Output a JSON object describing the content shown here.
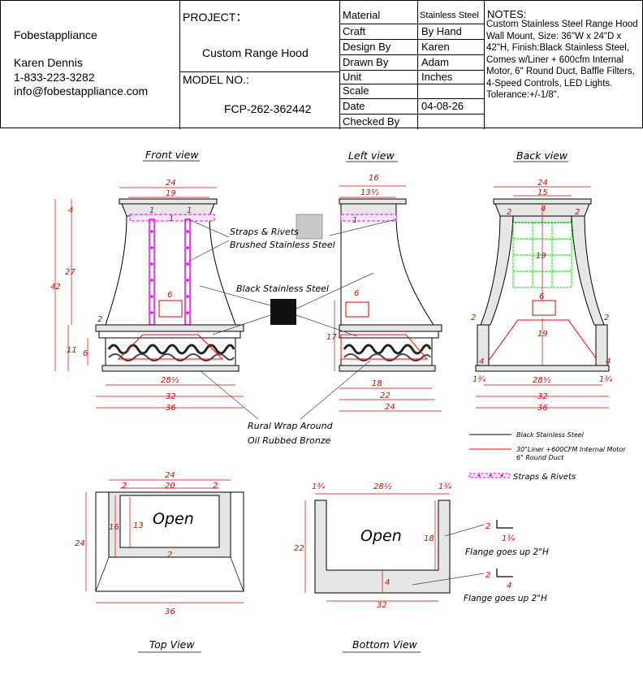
{
  "company": {
    "name": "Fobestappliance",
    "contact_name": "Karen Dennis",
    "phone": "1-833-223-3282",
    "email": "info@fobestappliance.com"
  },
  "project": {
    "label": "PROJECT：",
    "value": "Custom Range Hood",
    "model_label": "MODEL NO.:",
    "model_value": "FCP-262-362442"
  },
  "specs": {
    "material_label": "Material",
    "material_value": "Stainless Steel",
    "craft_label": "Craft",
    "craft_value": "By Hand",
    "design_label": "Design By",
    "design_value": "Karen",
    "drawn_label": "Drawn By",
    "drawn_value": "Adam",
    "unit_label": "Unit",
    "unit_value": "Inches",
    "scale_label": "Scale",
    "scale_value": "",
    "date_label": "Date",
    "date_value": "04-08-26",
    "checked_label": "Checked By",
    "checked_value": ""
  },
  "notes": {
    "title": "NOTES:",
    "body": "Custom Stainless Steel Range Hood Wall Mount, Size: 36\"W x 24\"D x 42\"H, Finish:Black Stainless Steel, Comes w/Liner + 600cfm Internal Motor, 6\" Round Duct, Baffle Filters, 4-Speed Controls, LED Lights. Tolerance:+/-1/8\"."
  },
  "views": {
    "front": "Front view",
    "left": "Left view",
    "back": "Back view",
    "top": "Top View",
    "bottom": "Bottom View"
  },
  "callouts": {
    "straps": "Straps & Rivets",
    "brushed": "Brushed Stainless Steel",
    "black": "Black Stainless Steel",
    "rural1": "Rural Wrap Around",
    "rural2": "Oil Rubbed Bronze",
    "open": "Open",
    "flange": "Flange goes up 2\"H"
  },
  "legend": {
    "black": "Black Stainless Steel",
    "liner1": "30\"Liner +600CFM Internal Motor",
    "liner2": "6\" Round Duct",
    "straps": "Straps & Rivets"
  },
  "colors": {
    "dim": "#dd0000",
    "strap": "#ee00ee",
    "liner": "#ff0000",
    "filter_grid": "#00dd00",
    "black_swatch": "#111111",
    "brushed_swatch": "#c8c8c8",
    "panel_fill": "#e6e6e6"
  }
}
